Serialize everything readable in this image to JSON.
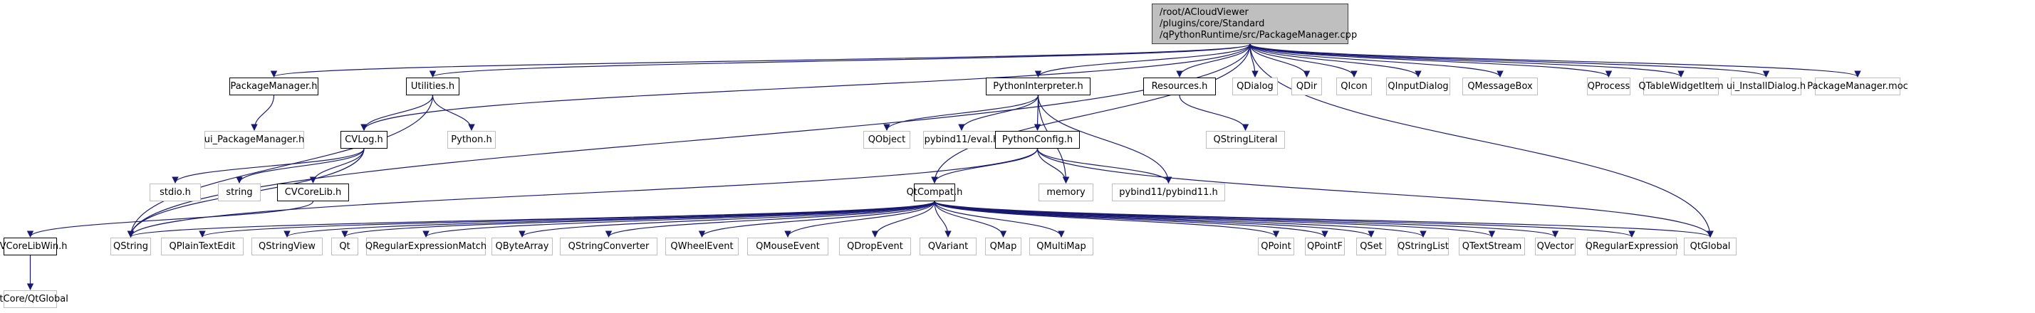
{
  "diagram": {
    "type": "include-dependency-graph",
    "colors": {
      "edge": "#191970",
      "root_fill": "#bfbfbf",
      "documented_border": "#000000",
      "external_border": "#bfbfbf"
    },
    "root": {
      "id": "root",
      "label": "/root/ACloudViewer\n/plugins/core/Standard\n/qPythonRuntime/src/PackageManager.cpp"
    },
    "nodes": [
      {
        "id": "PackageManager_h",
        "label": "PackageManager.h",
        "kind": "doc"
      },
      {
        "id": "ui_PackageManager_h",
        "label": "ui_PackageManager.h",
        "kind": "ext"
      },
      {
        "id": "Utilities_h",
        "label": "Utilities.h",
        "kind": "doc"
      },
      {
        "id": "CVLog_h",
        "label": "CVLog.h",
        "kind": "doc"
      },
      {
        "id": "Python_h",
        "label": "Python.h",
        "kind": "ext"
      },
      {
        "id": "stdio_h",
        "label": "stdio.h",
        "kind": "ext"
      },
      {
        "id": "string",
        "label": "string",
        "kind": "ext"
      },
      {
        "id": "CVCoreLib_h",
        "label": "CVCoreLib.h",
        "kind": "doc"
      },
      {
        "id": "CVCoreLibWin_h",
        "label": "CVCoreLibWin.h",
        "kind": "doc"
      },
      {
        "id": "QtCore_QtGlobal",
        "label": "QtCore/QtGlobal",
        "kind": "ext"
      },
      {
        "id": "PythonInterpreter_h",
        "label": "PythonInterpreter.h",
        "kind": "doc"
      },
      {
        "id": "QObject",
        "label": "QObject",
        "kind": "ext"
      },
      {
        "id": "pybind11_eval_h",
        "label": "pybind11/eval.h",
        "kind": "ext"
      },
      {
        "id": "PythonConfig_h",
        "label": "PythonConfig.h",
        "kind": "doc"
      },
      {
        "id": "memory",
        "label": "memory",
        "kind": "ext"
      },
      {
        "id": "pybind11_pybind11_h",
        "label": "pybind11/pybind11.h",
        "kind": "ext"
      },
      {
        "id": "QtCompat_h",
        "label": "QtCompat.h",
        "kind": "doc"
      },
      {
        "id": "Resources_h",
        "label": "Resources.h",
        "kind": "doc"
      },
      {
        "id": "QStringLiteral",
        "label": "QStringLiteral",
        "kind": "ext"
      },
      {
        "id": "QDialog",
        "label": "QDialog",
        "kind": "ext"
      },
      {
        "id": "QDir",
        "label": "QDir",
        "kind": "ext"
      },
      {
        "id": "QIcon",
        "label": "QIcon",
        "kind": "ext"
      },
      {
        "id": "QInputDialog",
        "label": "QInputDialog",
        "kind": "ext"
      },
      {
        "id": "QMessageBox",
        "label": "QMessageBox",
        "kind": "ext"
      },
      {
        "id": "QProcess",
        "label": "QProcess",
        "kind": "ext"
      },
      {
        "id": "QTableWidgetItem",
        "label": "QTableWidgetItem",
        "kind": "ext"
      },
      {
        "id": "ui_InstallDialog_h",
        "label": "ui_InstallDialog.h",
        "kind": "ext"
      },
      {
        "id": "PackageManager_moc",
        "label": "PackageManager.moc",
        "kind": "ext"
      },
      {
        "id": "QString",
        "label": "QString",
        "kind": "ext"
      },
      {
        "id": "QPlainTextEdit",
        "label": "QPlainTextEdit",
        "kind": "ext"
      },
      {
        "id": "QStringView",
        "label": "QStringView",
        "kind": "ext"
      },
      {
        "id": "Qt",
        "label": "Qt",
        "kind": "ext"
      },
      {
        "id": "QRegularExpressionMatch",
        "label": "QRegularExpressionMatch",
        "kind": "ext"
      },
      {
        "id": "QByteArray",
        "label": "QByteArray",
        "kind": "ext"
      },
      {
        "id": "QStringConverter",
        "label": "QStringConverter",
        "kind": "ext"
      },
      {
        "id": "QWheelEvent",
        "label": "QWheelEvent",
        "kind": "ext"
      },
      {
        "id": "QMouseEvent",
        "label": "QMouseEvent",
        "kind": "ext"
      },
      {
        "id": "QDropEvent",
        "label": "QDropEvent",
        "kind": "ext"
      },
      {
        "id": "QVariant",
        "label": "QVariant",
        "kind": "ext"
      },
      {
        "id": "QMap",
        "label": "QMap",
        "kind": "ext"
      },
      {
        "id": "QMultiMap",
        "label": "QMultiMap",
        "kind": "ext"
      },
      {
        "id": "QPoint",
        "label": "QPoint",
        "kind": "ext"
      },
      {
        "id": "QPointF",
        "label": "QPointF",
        "kind": "ext"
      },
      {
        "id": "QSet",
        "label": "QSet",
        "kind": "ext"
      },
      {
        "id": "QStringList",
        "label": "QStringList",
        "kind": "ext"
      },
      {
        "id": "QTextStream",
        "label": "QTextStream",
        "kind": "ext"
      },
      {
        "id": "QVector",
        "label": "QVector",
        "kind": "ext"
      },
      {
        "id": "QRegularExpression",
        "label": "QRegularExpression",
        "kind": "ext"
      },
      {
        "id": "QtGlobal",
        "label": "QtGlobal",
        "kind": "ext"
      }
    ],
    "edges": [
      [
        "root",
        "PackageManager_h"
      ],
      [
        "root",
        "Utilities_h"
      ],
      [
        "root",
        "CVLog_h"
      ],
      [
        "root",
        "PythonInterpreter_h"
      ],
      [
        "root",
        "QtCompat_h"
      ],
      [
        "root",
        "Resources_h"
      ],
      [
        "root",
        "QDialog"
      ],
      [
        "root",
        "QDir"
      ],
      [
        "root",
        "QIcon"
      ],
      [
        "root",
        "QInputDialog"
      ],
      [
        "root",
        "QMessageBox"
      ],
      [
        "root",
        "QProcess"
      ],
      [
        "root",
        "QTableWidgetItem"
      ],
      [
        "root",
        "ui_InstallDialog_h"
      ],
      [
        "root",
        "PackageManager_moc"
      ],
      [
        "root",
        "QString"
      ],
      [
        "root",
        "QtGlobal"
      ],
      [
        "PackageManager_h",
        "ui_PackageManager_h"
      ],
      [
        "Utilities_h",
        "CVLog_h"
      ],
      [
        "Utilities_h",
        "Python_h"
      ],
      [
        "Utilities_h",
        "QString"
      ],
      [
        "CVLog_h",
        "stdio_h"
      ],
      [
        "CVLog_h",
        "string"
      ],
      [
        "CVLog_h",
        "CVCoreLib_h"
      ],
      [
        "CVLog_h",
        "QString"
      ],
      [
        "CVCoreLib_h",
        "CVCoreLibWin_h"
      ],
      [
        "CVCoreLibWin_h",
        "QtCore_QtGlobal"
      ],
      [
        "PythonInterpreter_h",
        "QObject"
      ],
      [
        "PythonInterpreter_h",
        "pybind11_eval_h"
      ],
      [
        "PythonInterpreter_h",
        "PythonConfig_h"
      ],
      [
        "PythonInterpreter_h",
        "memory"
      ],
      [
        "PythonInterpreter_h",
        "pybind11_pybind11_h"
      ],
      [
        "PythonConfig_h",
        "QtCompat_h"
      ],
      [
        "PythonConfig_h",
        "memory"
      ],
      [
        "PythonConfig_h",
        "pybind11_pybind11_h"
      ],
      [
        "PythonConfig_h",
        "QString"
      ],
      [
        "PythonConfig_h",
        "QtGlobal"
      ],
      [
        "Resources_h",
        "QStringLiteral"
      ],
      [
        "QtCompat_h",
        "QString"
      ],
      [
        "QtCompat_h",
        "QPlainTextEdit"
      ],
      [
        "QtCompat_h",
        "QStringView"
      ],
      [
        "QtCompat_h",
        "Qt"
      ],
      [
        "QtCompat_h",
        "QRegularExpressionMatch"
      ],
      [
        "QtCompat_h",
        "QByteArray"
      ],
      [
        "QtCompat_h",
        "QStringConverter"
      ],
      [
        "QtCompat_h",
        "QWheelEvent"
      ],
      [
        "QtCompat_h",
        "QMouseEvent"
      ],
      [
        "QtCompat_h",
        "QDropEvent"
      ],
      [
        "QtCompat_h",
        "QVariant"
      ],
      [
        "QtCompat_h",
        "QMap"
      ],
      [
        "QtCompat_h",
        "QMultiMap"
      ],
      [
        "QtCompat_h",
        "QPoint"
      ],
      [
        "QtCompat_h",
        "QPointF"
      ],
      [
        "QtCompat_h",
        "QSet"
      ],
      [
        "QtCompat_h",
        "QStringList"
      ],
      [
        "QtCompat_h",
        "QTextStream"
      ],
      [
        "QtCompat_h",
        "QVector"
      ],
      [
        "QtCompat_h",
        "QRegularExpression"
      ],
      [
        "QtCompat_h",
        "QtGlobal"
      ]
    ]
  }
}
